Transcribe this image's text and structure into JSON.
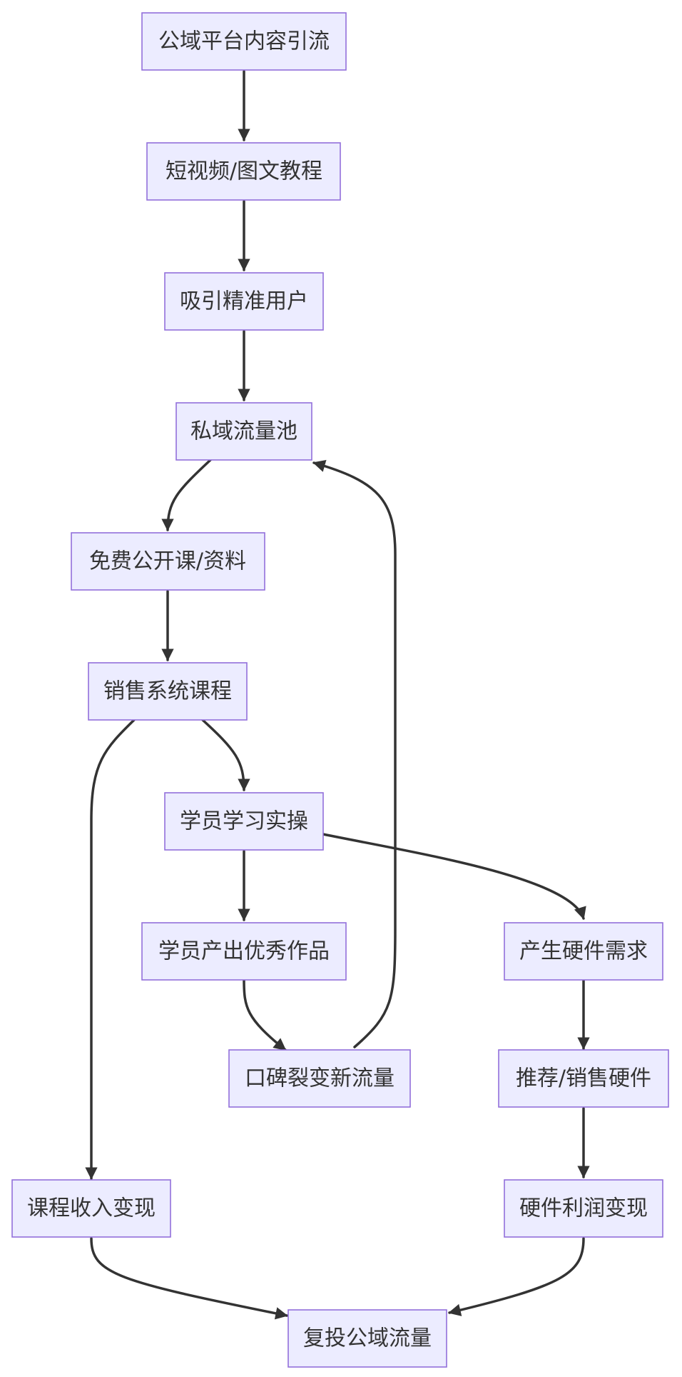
{
  "nodes": [
    {
      "id": "n1",
      "label": "公域平台内容引流"
    },
    {
      "id": "n2",
      "label": "短视频/图文教程"
    },
    {
      "id": "n3",
      "label": "吸引精准用户"
    },
    {
      "id": "n4",
      "label": "私域流量池"
    },
    {
      "id": "n5",
      "label": "免费公开课/资料"
    },
    {
      "id": "n6",
      "label": "销售系统课程"
    },
    {
      "id": "n7",
      "label": "学员学习实操"
    },
    {
      "id": "n8",
      "label": "学员产出优秀作品"
    },
    {
      "id": "n9",
      "label": "产生硬件需求"
    },
    {
      "id": "n10",
      "label": "口碑裂变新流量"
    },
    {
      "id": "n11",
      "label": "推荐/销售硬件"
    },
    {
      "id": "n12",
      "label": "课程收入变现"
    },
    {
      "id": "n13",
      "label": "硬件利润变现"
    },
    {
      "id": "n14",
      "label": "复投公域流量"
    }
  ],
  "edges": [
    {
      "from": "n1",
      "to": "n2"
    },
    {
      "from": "n2",
      "to": "n3"
    },
    {
      "from": "n3",
      "to": "n4"
    },
    {
      "from": "n4",
      "to": "n5"
    },
    {
      "from": "n5",
      "to": "n6"
    },
    {
      "from": "n6",
      "to": "n12"
    },
    {
      "from": "n6",
      "to": "n7"
    },
    {
      "from": "n7",
      "to": "n8"
    },
    {
      "from": "n7",
      "to": "n9"
    },
    {
      "from": "n8",
      "to": "n10"
    },
    {
      "from": "n10",
      "to": "n4"
    },
    {
      "from": "n9",
      "to": "n11"
    },
    {
      "from": "n11",
      "to": "n13"
    },
    {
      "from": "n12",
      "to": "n14"
    },
    {
      "from": "n13",
      "to": "n14"
    }
  ]
}
